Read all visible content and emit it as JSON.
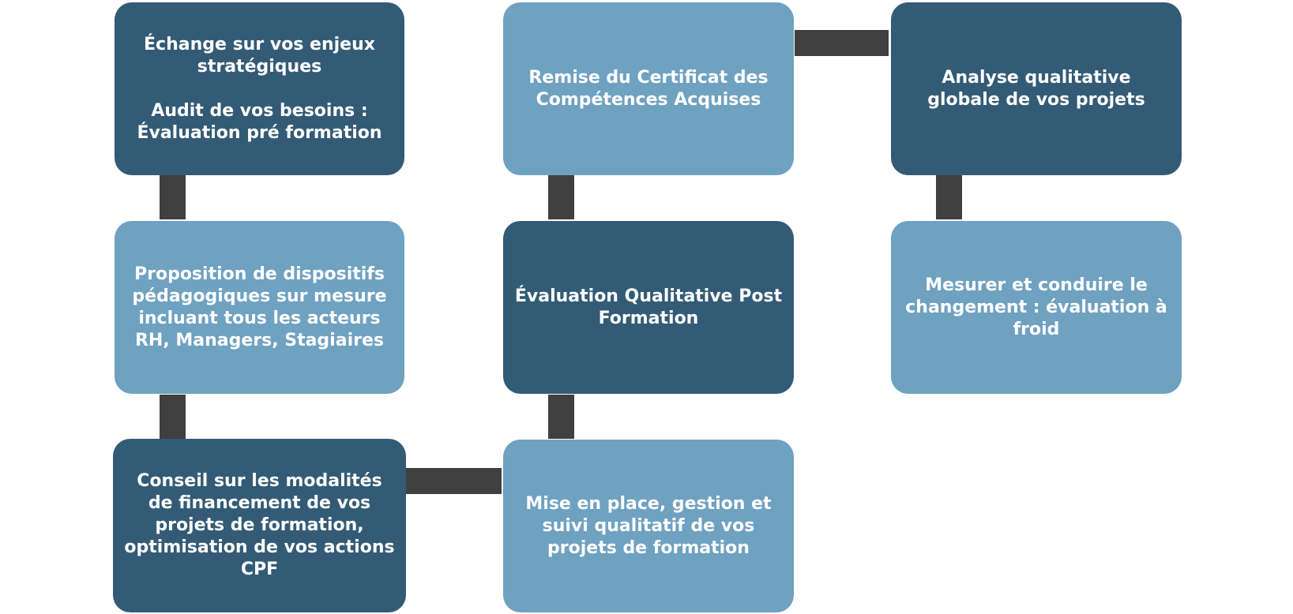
{
  "diagram": {
    "colors": {
      "dark_box": "#335b75",
      "light_box": "#6fa1c1",
      "connector": "#404040",
      "text": "#ffffff"
    },
    "steps": [
      {
        "id": "step-1",
        "tone": "dark",
        "text": "Échange sur vos enjeux\nstratégiques\n\nAudit de vos besoins :\nÉvaluation pré formation"
      },
      {
        "id": "step-2",
        "tone": "light",
        "text": "Proposition de dispositifs\npédagogiques sur mesure\nincluant tous les acteurs\nRH, Managers, Stagiaires"
      },
      {
        "id": "step-3",
        "tone": "dark",
        "text": "Conseil sur les modalités\nde financement de vos\nprojets de formation,\noptimisation de vos actions\nCPF"
      },
      {
        "id": "step-4",
        "tone": "light",
        "text": "Mise en place, gestion et\nsuivi qualitatif de vos\nprojets de formation"
      },
      {
        "id": "step-5",
        "tone": "dark",
        "text": "Évaluation Qualitative Post\nFormation"
      },
      {
        "id": "step-6",
        "tone": "light",
        "text": "Remise du Certificat des\nCompétences Acquises"
      },
      {
        "id": "step-7",
        "tone": "dark",
        "text": "Analyse  qualitative\nglobale de vos projets"
      },
      {
        "id": "step-8",
        "tone": "light",
        "text": "Mesurer et conduire le\nchangement : évaluation à\nfroid"
      }
    ]
  }
}
